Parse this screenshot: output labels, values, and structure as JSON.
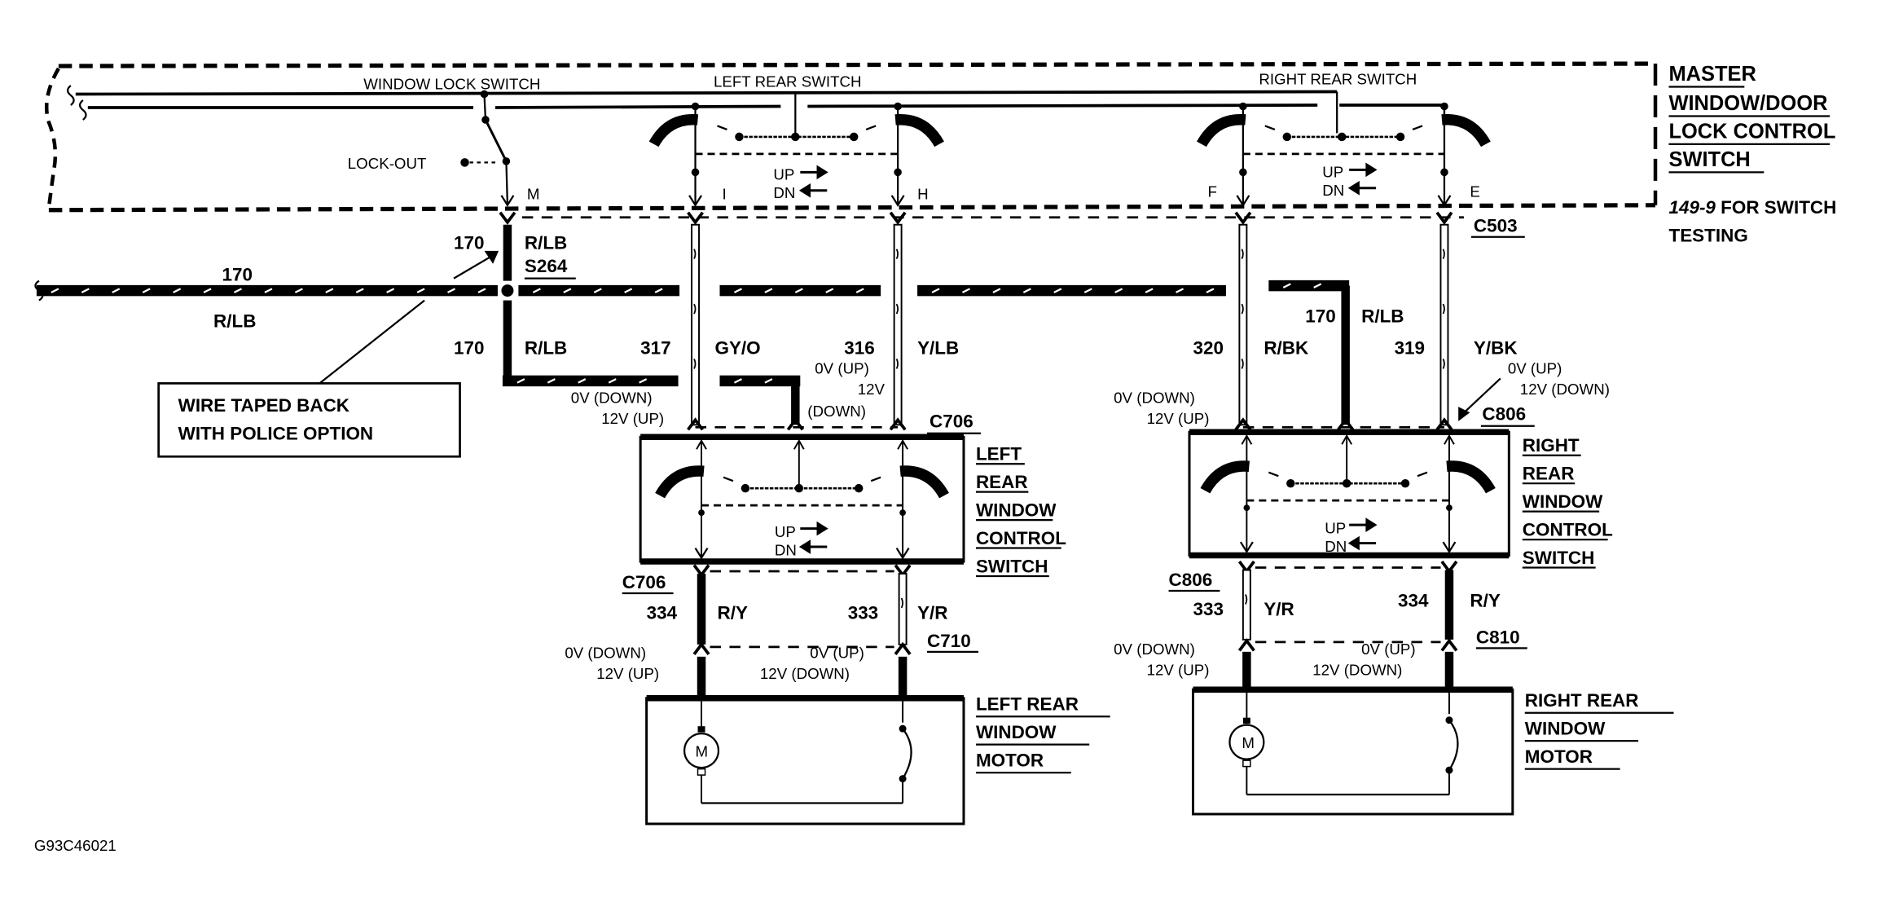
{
  "diagram_id": "G93C46021",
  "colors": {
    "ink": "#000000",
    "paper": "#ffffff"
  },
  "master_switch": {
    "title_lines": [
      "MASTER",
      "WINDOW/DOOR",
      "LOCK CONTROL",
      "SWITCH"
    ],
    "note_ref": "149-9",
    "note_rest": "FOR SWITCH",
    "note_line2": "TESTING",
    "window_lock_switch": "WINDOW LOCK SWITCH",
    "left_rear_switch": "LEFT REAR SWITCH",
    "right_rear_switch": "RIGHT REAR SWITCH",
    "lockout": "LOCK-OUT",
    "pins": {
      "m": "M",
      "i": "I",
      "h": "H",
      "f": "F",
      "e": "E"
    },
    "up": "UP",
    "dn": "DN"
  },
  "connectors": {
    "c503": "C503",
    "c706": "C706",
    "c806": "C806",
    "c710": "C710",
    "c810": "C810",
    "s264": "S264"
  },
  "wires": {
    "w170": {
      "circuit": "170",
      "color": "R/LB"
    },
    "w317": {
      "circuit": "317",
      "color": "GY/O"
    },
    "w316": {
      "circuit": "316",
      "color": "Y/LB"
    },
    "w320": {
      "circuit": "320",
      "color": "R/BK"
    },
    "w319": {
      "circuit": "319",
      "color": "Y/BK"
    },
    "w334": {
      "circuit": "334",
      "color": "R/Y"
    },
    "w333": {
      "circuit": "333",
      "color": "Y/R"
    }
  },
  "voltages": {
    "down0_up12": [
      "0V (DOWN)",
      "12V (UP)"
    ],
    "up0_down12": [
      "0V (UP)",
      "12V (DOWN)"
    ],
    "up0_down12_split": [
      "0V (UP)",
      "12V",
      "(DOWN)"
    ]
  },
  "callout": {
    "lines": [
      "WIRE TAPED BACK",
      "WITH POLICE OPTION"
    ]
  },
  "left_rear_window_control_switch": {
    "lines": [
      "LEFT",
      "REAR",
      "WINDOW",
      "CONTROL",
      "SWITCH"
    ],
    "up": "UP",
    "dn": "DN"
  },
  "right_rear_window_control_switch": {
    "lines": [
      "RIGHT",
      "REAR",
      "WINDOW",
      "CONTROL",
      "SWITCH"
    ],
    "up": "UP",
    "dn": "DN"
  },
  "left_rear_window_motor": {
    "lines": [
      "LEFT REAR",
      "WINDOW",
      "MOTOR"
    ],
    "motor_symbol": "M"
  },
  "right_rear_window_motor": {
    "lines": [
      "RIGHT REAR",
      "WINDOW",
      "MOTOR"
    ],
    "motor_symbol": "M"
  }
}
